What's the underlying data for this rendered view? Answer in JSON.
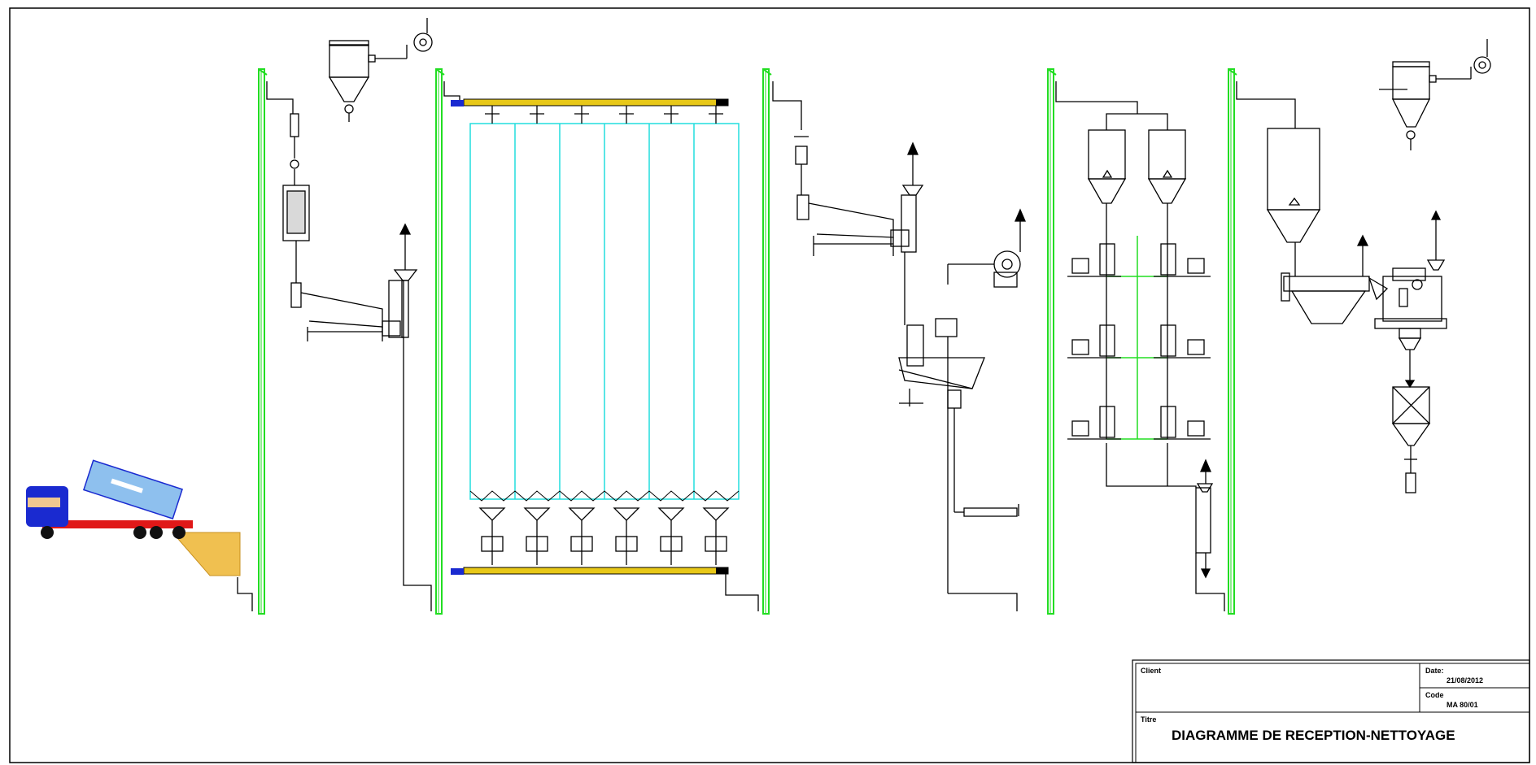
{
  "title_block": {
    "client_label": "Client",
    "client_value": "",
    "date_label": "Date:",
    "date_value": "21/08/2012",
    "code_label": "Code",
    "code_value": "MA 80/01",
    "titre_label": "Titre",
    "title": "DIAGRAMME DE RECEPTION-NETTOYAGE"
  },
  "colors": {
    "line": "#000000",
    "elevator": "#22dd22",
    "silo": "#22dddd",
    "conveyor": "#e8c818",
    "truck_body": "#8ec0ee",
    "truck_cab": "#1a2ad0",
    "truck_chassis": "#e01818",
    "grain_pile": "#f0c050"
  },
  "diagram": {
    "silo_count": 6
  }
}
